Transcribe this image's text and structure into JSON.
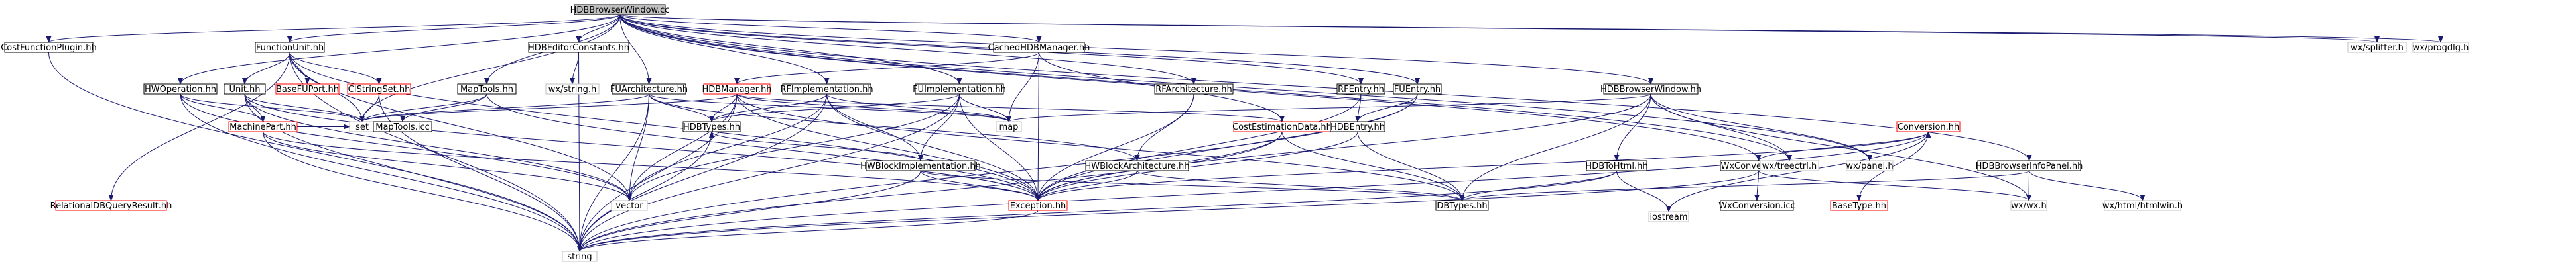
{
  "colors": {
    "root_fill": "#bfbfbf",
    "node_fill": "#ffffff",
    "node_stroke": "#000000",
    "missing_stroke": "#ff0000",
    "leaf_stroke": "#bfbfbf",
    "edge": "#191970",
    "text": "#000000"
  },
  "nodes": [
    {
      "id": "root",
      "label": "HDBBrowserWindow.cc",
      "kind": "root"
    },
    {
      "id": "costfn",
      "label": "CostFunctionPlugin.hh",
      "kind": "normal"
    },
    {
      "id": "fu_unit",
      "label": "FunctionUnit.hh",
      "kind": "normal"
    },
    {
      "id": "hdb_editor_const",
      "label": "HDBEditorConstants.hh",
      "kind": "normal"
    },
    {
      "id": "cached_hdb",
      "label": "CachedHDBManager.hh",
      "kind": "normal"
    },
    {
      "id": "wx_splitter",
      "label": "wx/splitter.h",
      "kind": "leaf"
    },
    {
      "id": "wx_progdlg",
      "label": "wx/progdlg.h",
      "kind": "leaf"
    },
    {
      "id": "unit",
      "label": "Unit.hh",
      "kind": "normal"
    },
    {
      "id": "base_fu_port",
      "label": "BaseFUPort.hh",
      "kind": "missing"
    },
    {
      "id": "cistringset",
      "label": "CIStringSet.hh",
      "kind": "missing"
    },
    {
      "id": "hw_operation",
      "label": "HWOperation.hh",
      "kind": "normal"
    },
    {
      "id": "maptools",
      "label": "MapTools.hh",
      "kind": "normal"
    },
    {
      "id": "wx_string",
      "label": "wx/string.h",
      "kind": "leaf"
    },
    {
      "id": "fu_arch",
      "label": "FUArchitecture.hh",
      "kind": "normal"
    },
    {
      "id": "hdbmanager",
      "label": "HDBManager.hh",
      "kind": "missing"
    },
    {
      "id": "rf_impl",
      "label": "RFImplementation.hh",
      "kind": "normal"
    },
    {
      "id": "fu_impl",
      "label": "FUImplementation.hh",
      "kind": "normal"
    },
    {
      "id": "rf_arch",
      "label": "RFArchitecture.hh",
      "kind": "normal"
    },
    {
      "id": "rf_entry",
      "label": "RFEntry.hh",
      "kind": "normal"
    },
    {
      "id": "fu_entry",
      "label": "FUEntry.hh",
      "kind": "normal"
    },
    {
      "id": "hdb_browser_window",
      "label": "HDBBrowserWindow.hh",
      "kind": "normal"
    },
    {
      "id": "hdb_browser_info",
      "label": "HDBBrowserInfoPanel.hh",
      "kind": "normal"
    },
    {
      "id": "machinepart",
      "label": "MachinePart.hh",
      "kind": "missing"
    },
    {
      "id": "set",
      "label": "set",
      "kind": "leaf"
    },
    {
      "id": "maptools_icc",
      "label": "MapTools.icc",
      "kind": "normal"
    },
    {
      "id": "reldb",
      "label": "RelationalDBQueryResult.hh",
      "kind": "missing"
    },
    {
      "id": "vector",
      "label": "vector",
      "kind": "leaf"
    },
    {
      "id": "string",
      "label": "string",
      "kind": "leaf"
    },
    {
      "id": "hdbtypes",
      "label": "HDBTypes.hh",
      "kind": "normal"
    },
    {
      "id": "hw_block_impl",
      "label": "HWBlockImplementation.hh",
      "kind": "normal"
    },
    {
      "id": "map",
      "label": "map",
      "kind": "leaf"
    },
    {
      "id": "hw_block_arch",
      "label": "HWBlockArchitecture.hh",
      "kind": "normal"
    },
    {
      "id": "cost_est",
      "label": "CostEstimationData.hh",
      "kind": "missing"
    },
    {
      "id": "exception",
      "label": "Exception.hh",
      "kind": "missing"
    },
    {
      "id": "hdb_entry",
      "label": "HDBEntry.hh",
      "kind": "normal"
    },
    {
      "id": "hdb_to_html",
      "label": "HDBToHtml.hh",
      "kind": "normal"
    },
    {
      "id": "dbtypes",
      "label": "DBTypes.hh",
      "kind": "normal"
    },
    {
      "id": "wxconv",
      "label": "WxConversion.hh",
      "kind": "normal"
    },
    {
      "id": "wxconv_icc",
      "label": "WxConversion.icc",
      "kind": "normal"
    },
    {
      "id": "iostream",
      "label": "iostream",
      "kind": "leaf"
    },
    {
      "id": "wx_treectrl",
      "label": "wx/treectrl.h",
      "kind": "leaf"
    },
    {
      "id": "wx_panel",
      "label": "wx/panel.h",
      "kind": "leaf"
    },
    {
      "id": "conversion",
      "label": "Conversion.hh",
      "kind": "missing"
    },
    {
      "id": "basetype",
      "label": "BaseType.hh",
      "kind": "missing"
    },
    {
      "id": "wx_wx",
      "label": "wx/wx.h",
      "kind": "leaf"
    },
    {
      "id": "wx_htmlwin",
      "label": "wx/html/htmlwin.h",
      "kind": "leaf"
    }
  ],
  "edges": [
    [
      "root",
      "costfn"
    ],
    [
      "root",
      "fu_unit"
    ],
    [
      "root",
      "hdb_editor_const"
    ],
    [
      "root",
      "cached_hdb"
    ],
    [
      "root",
      "wx_splitter"
    ],
    [
      "root",
      "wx_progdlg"
    ],
    [
      "root",
      "hw_operation"
    ],
    [
      "root",
      "maptools"
    ],
    [
      "root",
      "fu_arch"
    ],
    [
      "root",
      "rf_impl"
    ],
    [
      "root",
      "fu_impl"
    ],
    [
      "root",
      "rf_arch"
    ],
    [
      "root",
      "rf_entry"
    ],
    [
      "root",
      "fu_entry"
    ],
    [
      "root",
      "hdb_browser_window"
    ],
    [
      "root",
      "hdb_browser_info"
    ],
    [
      "root",
      "set"
    ],
    [
      "root",
      "wxconv"
    ],
    [
      "root",
      "wx_treectrl"
    ],
    [
      "root",
      "wx_panel"
    ],
    [
      "costfn",
      "string"
    ],
    [
      "fu_unit",
      "unit"
    ],
    [
      "fu_unit",
      "base_fu_port"
    ],
    [
      "fu_unit",
      "cistringset"
    ],
    [
      "fu_unit",
      "reldb"
    ],
    [
      "fu_unit",
      "exception"
    ],
    [
      "fu_unit",
      "vector"
    ],
    [
      "fu_unit",
      "set"
    ],
    [
      "fu_unit",
      "string"
    ],
    [
      "unit",
      "machinepart"
    ],
    [
      "unit",
      "set"
    ],
    [
      "unit",
      "exception"
    ],
    [
      "unit",
      "string"
    ],
    [
      "unit",
      "vector"
    ],
    [
      "cistringset",
      "set"
    ],
    [
      "cistringset",
      "string"
    ],
    [
      "hw_operation",
      "machinepart"
    ],
    [
      "hw_operation",
      "set"
    ],
    [
      "hw_operation",
      "vector"
    ],
    [
      "hw_operation",
      "string"
    ],
    [
      "machinepart",
      "set"
    ],
    [
      "machinepart",
      "string"
    ],
    [
      "machinepart",
      "vector"
    ],
    [
      "machinepart",
      "exception"
    ],
    [
      "hdb_editor_const",
      "wx_string"
    ],
    [
      "hdb_editor_const",
      "string"
    ],
    [
      "cached_hdb",
      "hdbmanager"
    ],
    [
      "cached_hdb",
      "map"
    ],
    [
      "cached_hdb",
      "exception"
    ],
    [
      "cached_hdb",
      "cost_est"
    ],
    [
      "maptools",
      "maptools_icc"
    ],
    [
      "maptools",
      "set"
    ],
    [
      "maptools",
      "exception"
    ],
    [
      "fu_arch",
      "hdbtypes"
    ],
    [
      "fu_arch",
      "hw_block_arch"
    ],
    [
      "fu_arch",
      "set"
    ],
    [
      "fu_arch",
      "map"
    ],
    [
      "fu_arch",
      "string"
    ],
    [
      "fu_arch",
      "vector"
    ],
    [
      "hdbmanager",
      "set"
    ],
    [
      "hdbmanager",
      "hdbtypes"
    ],
    [
      "hdbmanager",
      "cost_est"
    ],
    [
      "hdbmanager",
      "dbtypes"
    ],
    [
      "hdbmanager",
      "exception"
    ],
    [
      "hdbmanager",
      "string"
    ],
    [
      "hdbmanager",
      "vector"
    ],
    [
      "hdbmanager",
      "map"
    ],
    [
      "rf_impl",
      "hdbtypes"
    ],
    [
      "rf_impl",
      "hw_block_impl"
    ],
    [
      "rf_impl",
      "map"
    ],
    [
      "rf_impl",
      "string"
    ],
    [
      "rf_impl",
      "vector"
    ],
    [
      "rf_impl",
      "exception"
    ],
    [
      "fu_impl",
      "hdbtypes"
    ],
    [
      "fu_impl",
      "hw_block_impl"
    ],
    [
      "fu_impl",
      "map"
    ],
    [
      "fu_impl",
      "string"
    ],
    [
      "fu_impl",
      "vector"
    ],
    [
      "fu_impl",
      "exception"
    ],
    [
      "hw_block_impl",
      "hdbtypes"
    ],
    [
      "hw_block_impl",
      "string"
    ],
    [
      "hw_block_impl",
      "exception"
    ],
    [
      "hw_block_impl",
      "dbtypes"
    ],
    [
      "hdbtypes",
      "string"
    ],
    [
      "rf_arch",
      "hw_block_arch"
    ],
    [
      "rf_arch",
      "exception"
    ],
    [
      "hw_block_arch",
      "dbtypes"
    ],
    [
      "hw_block_arch",
      "exception"
    ],
    [
      "rf_entry",
      "hdb_entry"
    ],
    [
      "rf_entry",
      "exception"
    ],
    [
      "fu_entry",
      "hdb_entry"
    ],
    [
      "fu_entry",
      "exception"
    ],
    [
      "fu_entry",
      "string"
    ],
    [
      "hdb_entry",
      "dbtypes"
    ],
    [
      "hdb_entry",
      "exception"
    ],
    [
      "hdb_browser_window",
      "wx_treectrl"
    ],
    [
      "hdb_browser_window",
      "wx_panel"
    ],
    [
      "hdb_browser_window",
      "map"
    ],
    [
      "hdb_browser_window",
      "dbtypes"
    ],
    [
      "hdb_browser_window",
      "hdb_to_html"
    ],
    [
      "hdb_browser_window",
      "wx_wx"
    ],
    [
      "hdb_browser_window",
      "exception"
    ],
    [
      "hdb_browser_info",
      "wx_wx"
    ],
    [
      "hdb_browser_info",
      "wx_htmlwin"
    ],
    [
      "hdb_browser_info",
      "dbtypes"
    ],
    [
      "hdb_to_html",
      "dbtypes"
    ],
    [
      "hdb_to_html",
      "iostream"
    ],
    [
      "hdb_to_html",
      "string"
    ],
    [
      "cost_est",
      "dbtypes"
    ],
    [
      "cost_est",
      "exception"
    ],
    [
      "cost_est",
      "string"
    ],
    [
      "wxconv",
      "wx_wx"
    ],
    [
      "wxconv",
      "conversion"
    ],
    [
      "wxconv",
      "wxconv_icc"
    ],
    [
      "wxconv",
      "string"
    ],
    [
      "conversion",
      "basetype"
    ],
    [
      "conversion",
      "iostream"
    ],
    [
      "conversion",
      "exception"
    ],
    [
      "conversion",
      "string"
    ],
    [
      "exception",
      "string"
    ]
  ]
}
